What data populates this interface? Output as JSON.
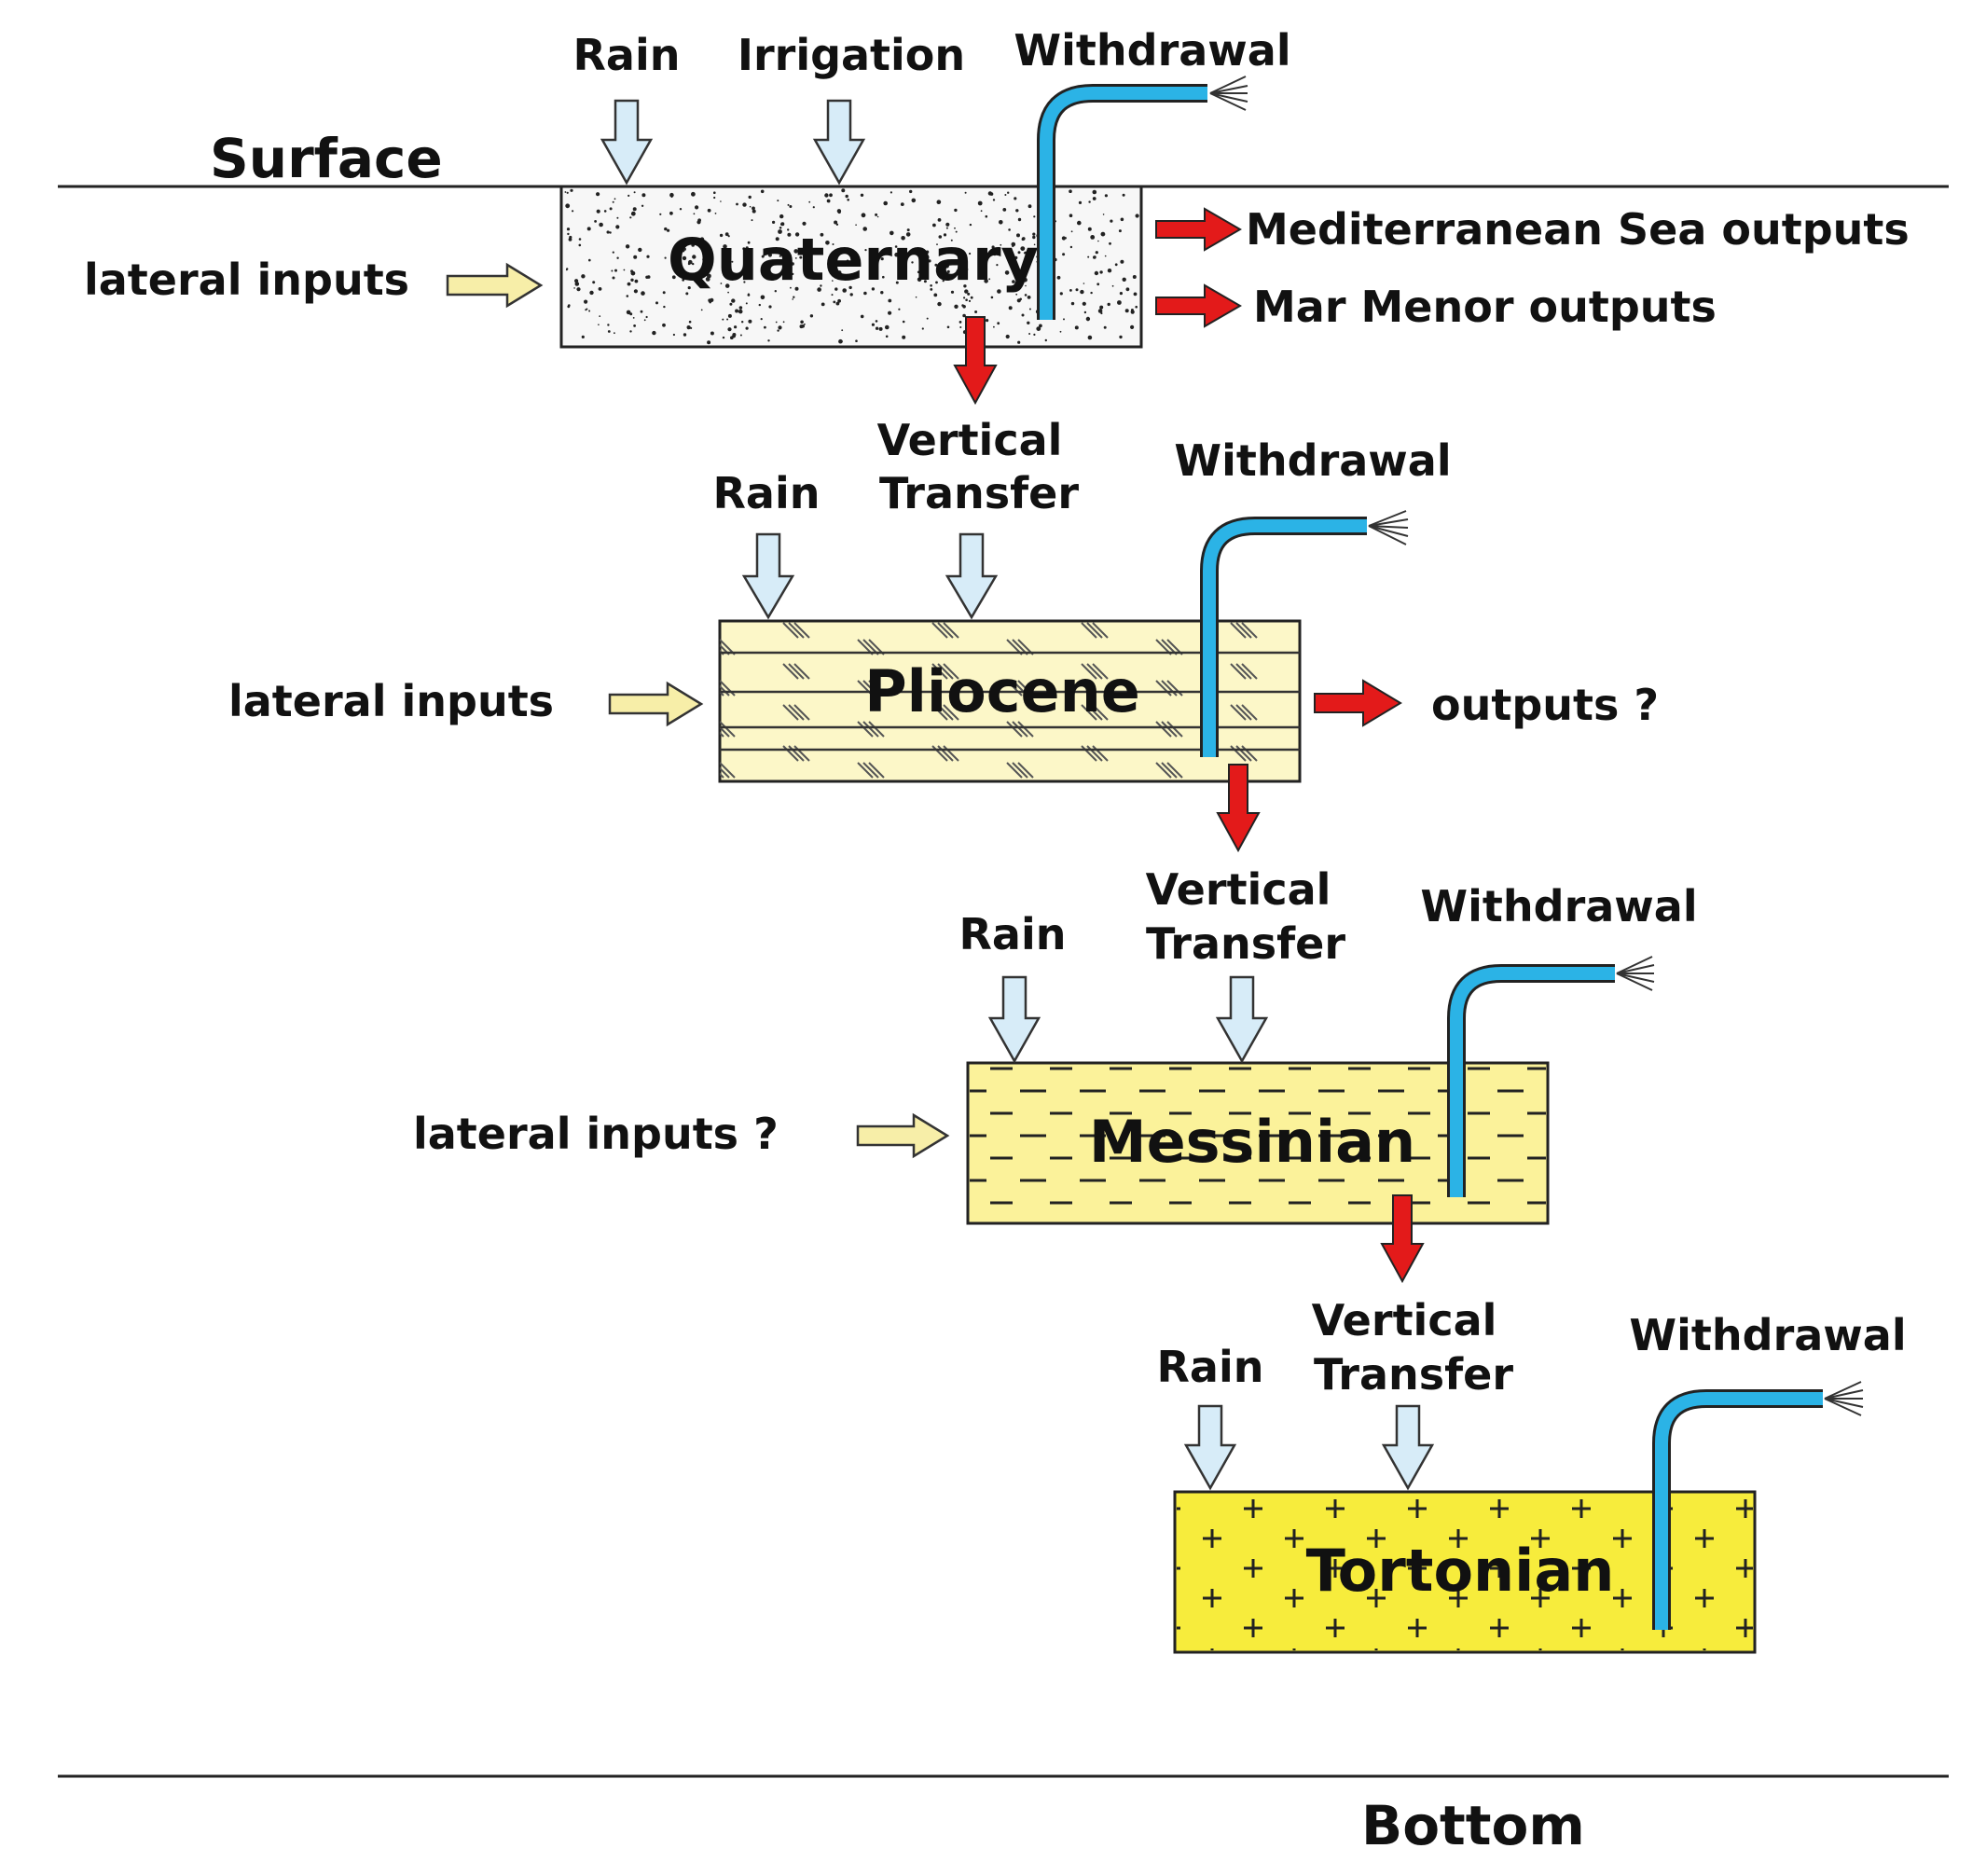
{
  "boundaries": {
    "surface": "Surface",
    "bottom": "Bottom"
  },
  "layers": [
    {
      "name": "Quaternary",
      "pattern": "dots",
      "fill": "#f7f7f7",
      "labels": {
        "rain": "Rain",
        "second_input": "Irrigation",
        "withdrawal": "Withdrawal",
        "lateral": "lateral inputs"
      },
      "outputs": [
        "Mediterranean Sea outputs",
        "Mar Menor outputs"
      ]
    },
    {
      "name": "Pliocene",
      "pattern": "strata",
      "fill": "#fcf7c8",
      "labels": {
        "rain": "Rain",
        "second_input": [
          "Vertical",
          "Transfer"
        ],
        "withdrawal": "Withdrawal",
        "lateral": "lateral inputs"
      },
      "outputs": [
        "outputs ?"
      ]
    },
    {
      "name": "Messinian",
      "pattern": "dashes",
      "fill": "#fbf29a",
      "labels": {
        "rain": "Rain",
        "second_input": [
          "Vertical",
          "Transfer"
        ],
        "withdrawal": "Withdrawal",
        "lateral": "lateral inputs ?"
      },
      "outputs": []
    },
    {
      "name": "Tortonian",
      "pattern": "plus",
      "fill": "#f7ec3c",
      "labels": {
        "rain": "Rain",
        "second_input": [
          "Vertical",
          "Transfer"
        ],
        "withdrawal": "Withdrawal"
      },
      "outputs": []
    }
  ],
  "colors": {
    "rain_arrow": "#d7ecf8",
    "lateral_arrow": "#f7eea8",
    "output_arrow": "#e31a1a",
    "pipe": "#2bb3e6",
    "line": "#222222"
  }
}
